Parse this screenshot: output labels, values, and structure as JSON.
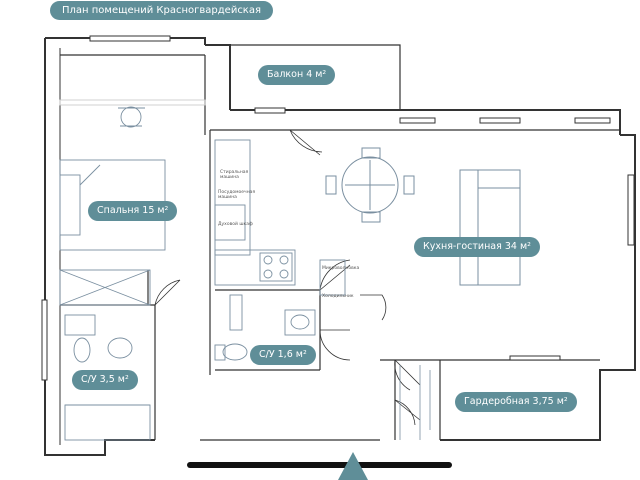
{
  "title": "План помещений Красногвардейская",
  "rooms": {
    "balcony": "Балкон 4 м²",
    "bedroom": "Спальня 15 м²",
    "kitchen_living": "Кухня-гостиная 34 м²",
    "bath_large": "С/У 3,5 м²",
    "bath_small": "С/У 1,6 м²",
    "wardrobe": "Гардеробная 3,75 м²"
  },
  "appliances": {
    "washer": "Стиральная машина",
    "dishwasher": "Посудомоечная машина",
    "oven": "Духовой шкаф",
    "microwave": "Микроволновка",
    "fridge": "Холодильник"
  },
  "colors": {
    "accent": "#5f8e98",
    "wall": "#333333",
    "furniture": "#7a8fa0"
  }
}
